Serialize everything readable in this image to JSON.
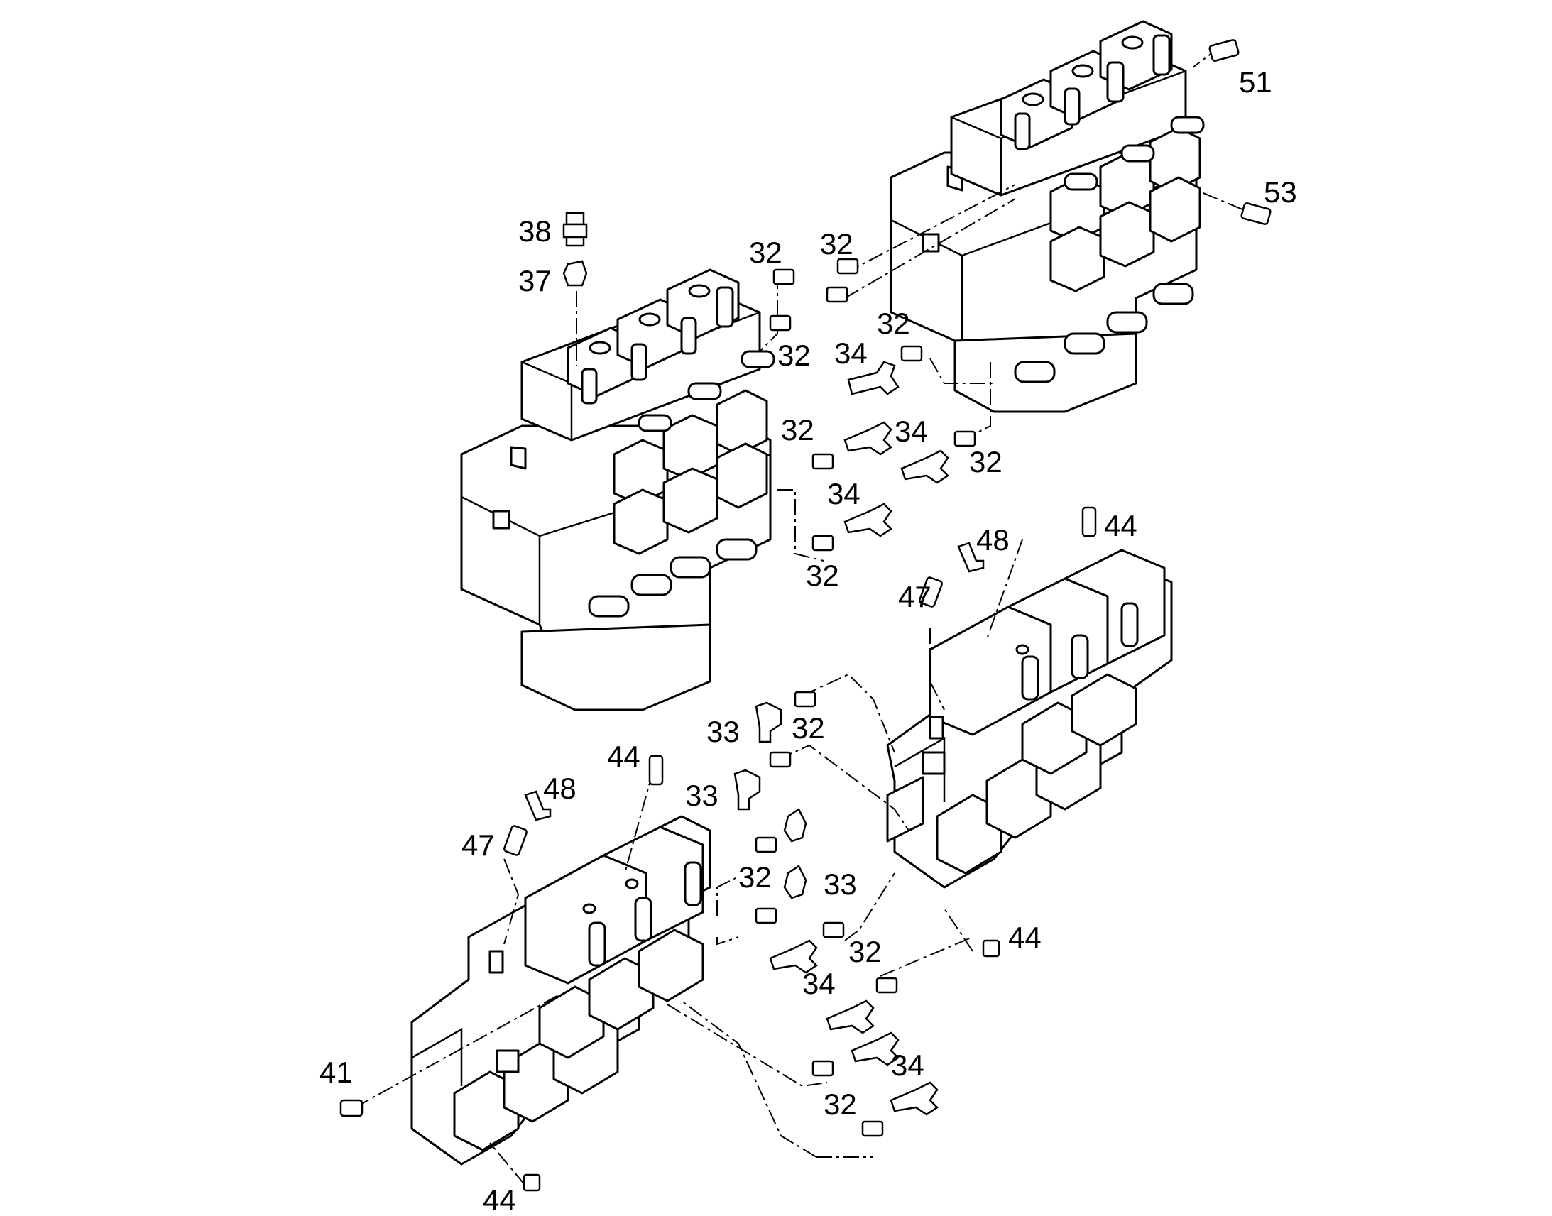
{
  "diagram": {
    "colors": {
      "ink": "#000000",
      "paper": "#ffffff"
    },
    "callouts": [
      {
        "id": "c51",
        "label": "51"
      },
      {
        "id": "c53",
        "label": "53"
      },
      {
        "id": "c38",
        "label": "38"
      },
      {
        "id": "c37",
        "label": "37"
      },
      {
        "id": "c32a",
        "label": "32"
      },
      {
        "id": "c32b",
        "label": "32"
      },
      {
        "id": "c32c",
        "label": "32"
      },
      {
        "id": "c32d",
        "label": "32"
      },
      {
        "id": "c34a",
        "label": "34"
      },
      {
        "id": "c32e",
        "label": "32"
      },
      {
        "id": "c34b",
        "label": "34"
      },
      {
        "id": "c32f",
        "label": "32"
      },
      {
        "id": "c34c",
        "label": "34"
      },
      {
        "id": "c32g",
        "label": "32"
      },
      {
        "id": "c44a",
        "label": "44"
      },
      {
        "id": "c48a",
        "label": "48"
      },
      {
        "id": "c47a",
        "label": "47"
      },
      {
        "id": "c33a",
        "label": "33"
      },
      {
        "id": "c32h",
        "label": "32"
      },
      {
        "id": "c44b",
        "label": "44"
      },
      {
        "id": "c33b",
        "label": "33"
      },
      {
        "id": "c48b",
        "label": "48"
      },
      {
        "id": "c47b",
        "label": "47"
      },
      {
        "id": "c32i",
        "label": "32"
      },
      {
        "id": "c33c",
        "label": "33"
      },
      {
        "id": "c44c",
        "label": "44"
      },
      {
        "id": "c32j",
        "label": "32"
      },
      {
        "id": "c34d",
        "label": "34"
      },
      {
        "id": "c41",
        "label": "41"
      },
      {
        "id": "c34e",
        "label": "34"
      },
      {
        "id": "c32k",
        "label": "32"
      },
      {
        "id": "c44d",
        "label": "44"
      }
    ]
  }
}
